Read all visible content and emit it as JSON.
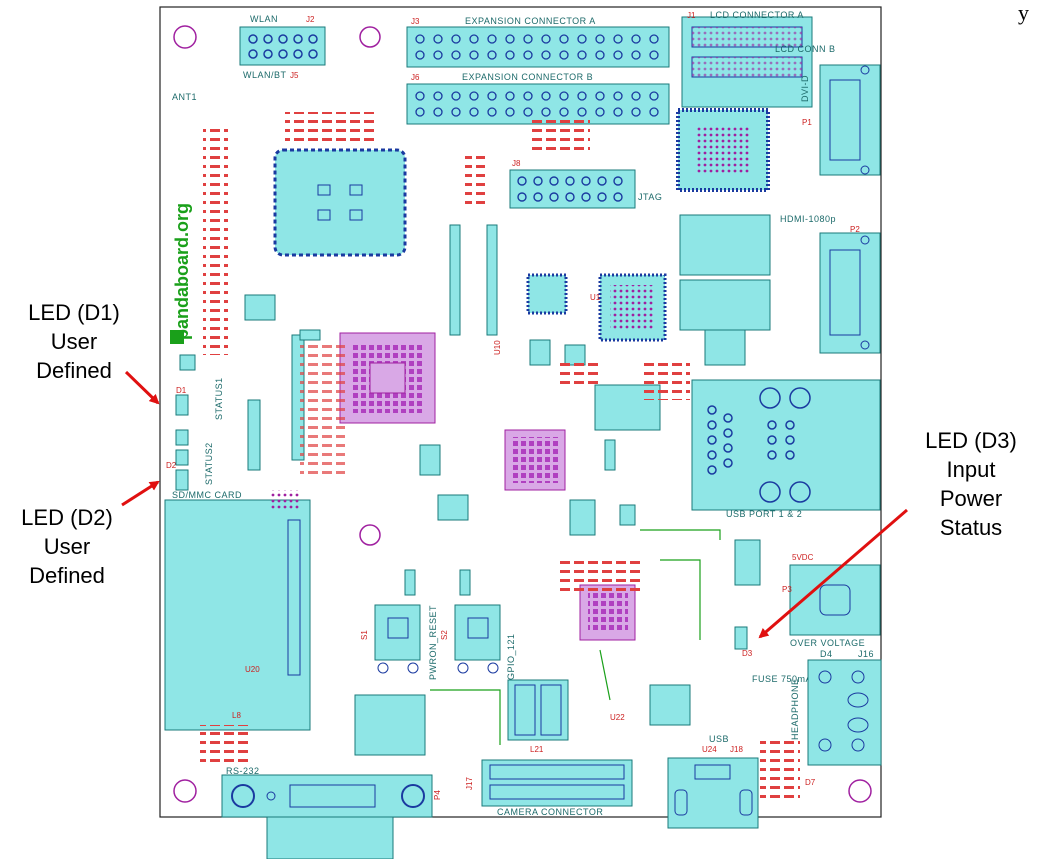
{
  "top_caption_fragment": "y",
  "board": {
    "logo_text": "pandaboard.org",
    "connectors": {
      "wlan": "WLAN",
      "j2": "J2",
      "wlan_bt": "WLAN/BT",
      "j5": "J5",
      "j3": "J3",
      "exp_a": "EXPANSION CONNECTOR A",
      "j6": "J6",
      "exp_b": "EXPANSION CONNECTOR B",
      "lcd_a": "LCD CONNECTOR A",
      "j1": "J1",
      "lcd_b": "LCD CONN B",
      "dvi": "DVI-D",
      "p1": "P1",
      "hdmi": "HDMI-1080p",
      "p2": "P2",
      "jtag": "JTAG",
      "j8": "J8",
      "usb12": "USB PORT 1 & 2",
      "p3": "P3",
      "sdmmc": "SD/MMC CARD",
      "sw1": "S1",
      "pwron_reset": "PWRON_RESET",
      "sw2": "S2",
      "gpio": "GPIO_121",
      "vdc5": "5VDC",
      "over_voltage": "OVER VOLTAGE",
      "d4": "D4",
      "j16": "J16",
      "fuse": "FUSE 750mA",
      "headphone": "HEADPHONE",
      "usb": "USB",
      "j18": "J18",
      "rs232": "RS-232",
      "p4": "P4",
      "camera": "CAMERA CONNECTOR",
      "j17": "J17",
      "l21": "L21",
      "u1": "U1",
      "u10": "U10",
      "u22": "U22",
      "u24": "U24",
      "status1": "STATUS1",
      "status2": "STATUS2",
      "d1": "D1",
      "d2": "D2",
      "d3": "D3",
      "d7": "D7",
      "ant1": "ANT1",
      "l8": "L8",
      "u20": "U20"
    }
  },
  "callouts": {
    "d1": {
      "line1": "LED (D1)",
      "line2": "User",
      "line3": "Defined"
    },
    "d2": {
      "line1": "LED (D2)",
      "line2": "User",
      "line3": "Defined"
    },
    "d3": {
      "line1": "LED (D3)",
      "line2": "Input",
      "line3": "Power",
      "line4": "Status"
    }
  },
  "colors": {
    "component_fill": "#8fe6e6",
    "component_stroke": "#1a7a7a",
    "silkscreen": "#cc1f1f",
    "via": "#a020a0",
    "trace_green": "#1aa01a",
    "arrow": "#e01010"
  }
}
